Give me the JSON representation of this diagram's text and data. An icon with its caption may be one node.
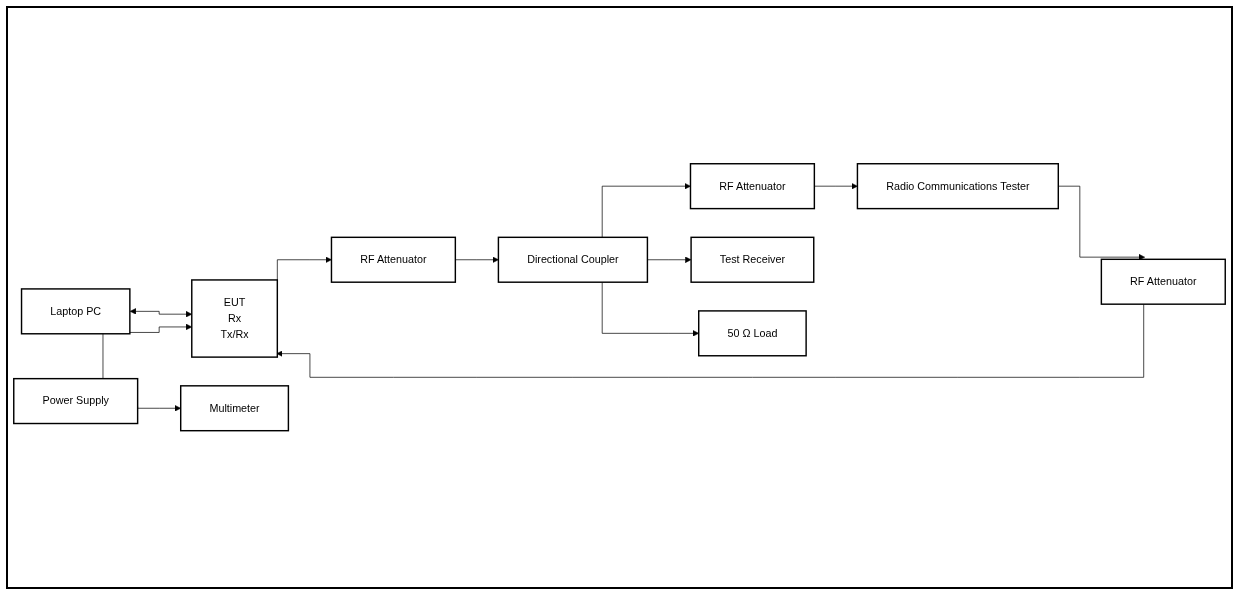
{
  "diagram": {
    "nodes": [
      {
        "text": [
          "Laptop PC"
        ]
      },
      {
        "text": [
          "EUT",
          "Rx",
          "Tx/Rx"
        ]
      },
      {
        "text": [
          "RF Attenuator"
        ]
      },
      {
        "text": [
          "Radio Communications Tester"
        ]
      },
      {
        "text": [
          "Power Supply"
        ]
      },
      {
        "text": [
          "RF Attenuator"
        ]
      },
      {
        "text": [
          "Directional Coupler"
        ]
      },
      {
        "text": [
          "RF Attenuator"
        ]
      },
      {
        "text": [
          "Multimeter"
        ]
      },
      {
        "text": [
          "Test Receiver"
        ]
      },
      {
        "text": [
          "50 Ω Load"
        ]
      }
    ],
    "edges": [
      {
        "from": 0,
        "to": 1,
        "arrow": "both"
      },
      {
        "from": 4,
        "to": 1,
        "arrow": "to"
      },
      {
        "from": 2,
        "to": 1,
        "arrow": "to"
      },
      {
        "from": 3,
        "to": 2,
        "arrow": "to"
      },
      {
        "from": 1,
        "to": 5,
        "arrow": "to"
      },
      {
        "from": 5,
        "to": 6,
        "arrow": "to"
      },
      {
        "from": 6,
        "to": 7,
        "arrow": "to"
      },
      {
        "from": 7,
        "to": 3,
        "arrow": "to"
      },
      {
        "from": 4,
        "to": 8,
        "arrow": "to"
      },
      {
        "from": 6,
        "to": 9,
        "arrow": "to"
      },
      {
        "from": 6,
        "to": 10,
        "arrow": "to"
      }
    ]
  }
}
